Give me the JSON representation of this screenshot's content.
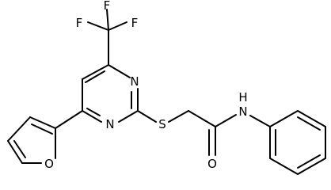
{
  "molecule": {
    "atoms": {
      "F1": "F",
      "F2": "F",
      "F3": "F",
      "N_pyr_upper": "N",
      "N_pyr_lower": "N",
      "S": "S",
      "NH": "N",
      "H": "H",
      "O_furan": "O",
      "O_carbonyl": "O"
    },
    "colors": {
      "bond": "#000000",
      "label": "#000000",
      "background": "#ffffff"
    }
  }
}
